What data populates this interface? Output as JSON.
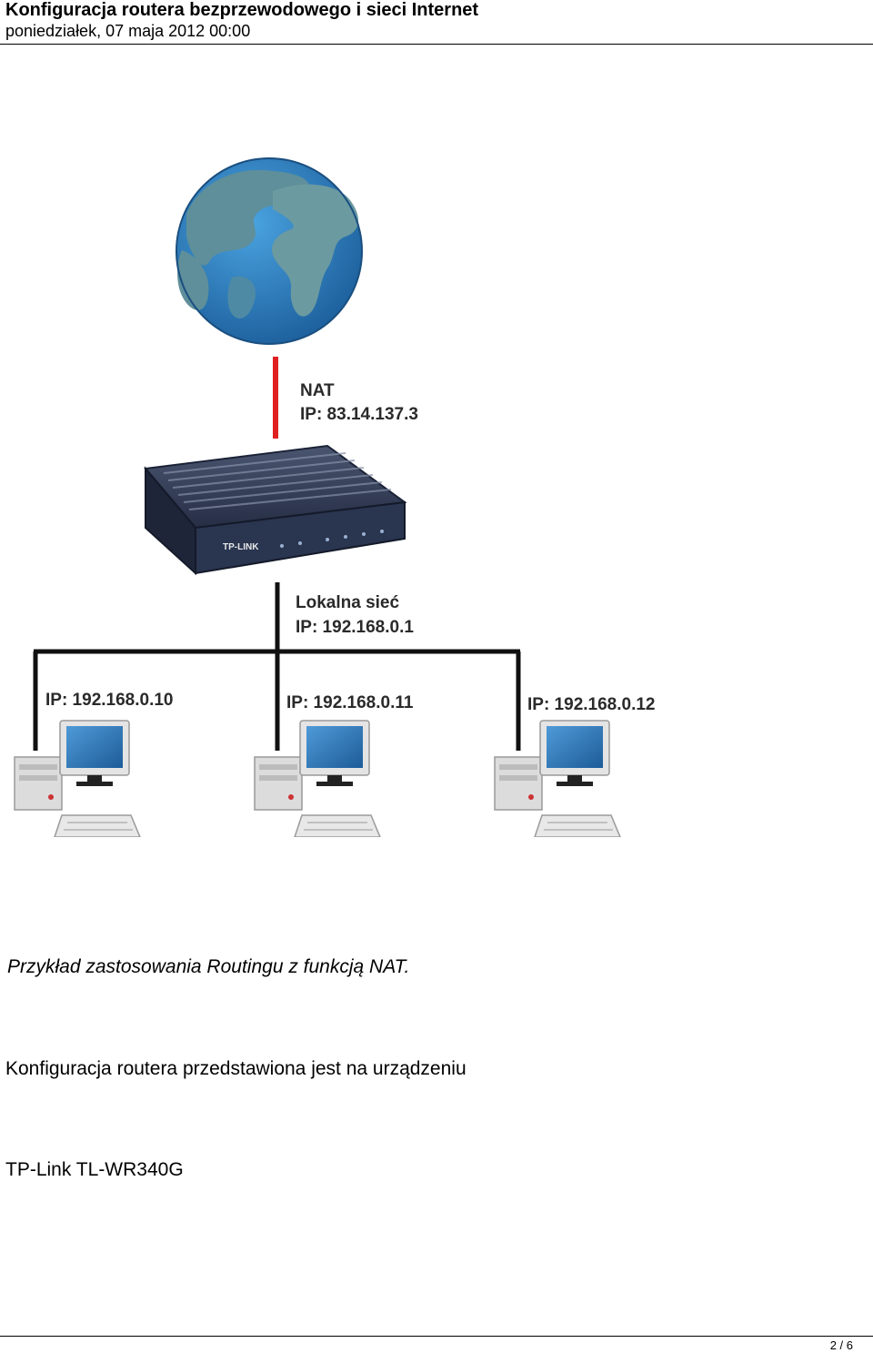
{
  "header": {
    "title": "Konfiguracja routera bezprzewodowego i sieci Internet",
    "date": "poniedziałek, 07 maja 2012 00:00"
  },
  "diagram": {
    "nat_label": "NAT",
    "wan_ip": "IP: 83.14.137.3",
    "router_brand": "TP-LINK",
    "lan_label": "Lokalna sieć",
    "lan_ip": "IP: 192.168.0.1",
    "hosts": [
      {
        "ip": "IP: 192.168.0.10"
      },
      {
        "ip": "IP: 192.168.0.11"
      },
      {
        "ip": "IP: 192.168.0.12"
      }
    ],
    "colors": {
      "wan_link": "#e02020",
      "lan_link": "#111111",
      "router_body": "#2a3550"
    }
  },
  "caption": "Przykład zastosowania Routingu z funkcją NAT.",
  "body": {
    "paragraph_1": "Konfiguracja routera przedstawiona jest na urządzeniu",
    "paragraph_2": "TP-Link TL-WR340G"
  },
  "footer": {
    "page": "2 / 6"
  }
}
